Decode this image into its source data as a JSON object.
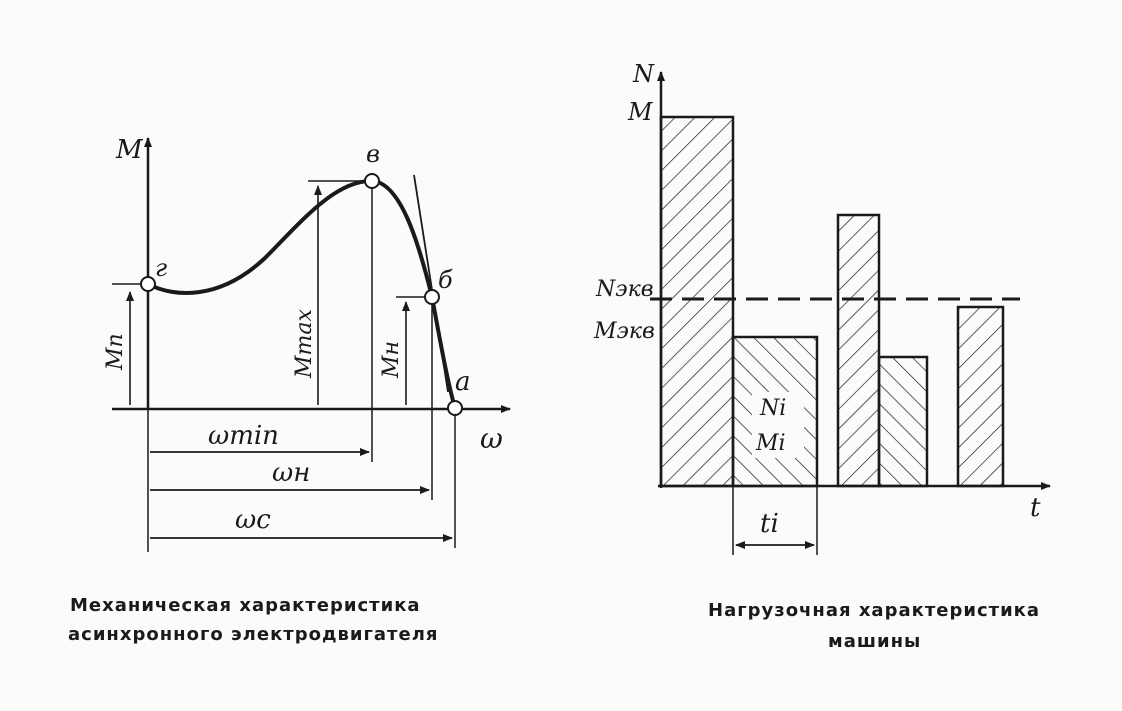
{
  "left_diagram": {
    "caption_line1": "Механическая характеристика",
    "caption_line2": "асинхронного электродвигателя",
    "axis_y": "M",
    "axis_x": "ω",
    "point_a": "а",
    "point_b": "б",
    "point_v": "в",
    "point_g": "г",
    "m_p": "Mп",
    "m_max": "Mmax",
    "m_n": "Mн",
    "w_min": "ωmin",
    "w_n": "ωн",
    "w_c": "ωс"
  },
  "right_diagram": {
    "caption_line1": "Нагрузочная характеристика",
    "caption_line2": "машины",
    "axis_y_top": "N",
    "axis_y_bottom": "M",
    "axis_x": "t",
    "n_ekv": "Nэкв",
    "m_ekv": "Mэкв",
    "n_i": "Ni",
    "m_i": "Mi",
    "t_i": "ti"
  }
}
